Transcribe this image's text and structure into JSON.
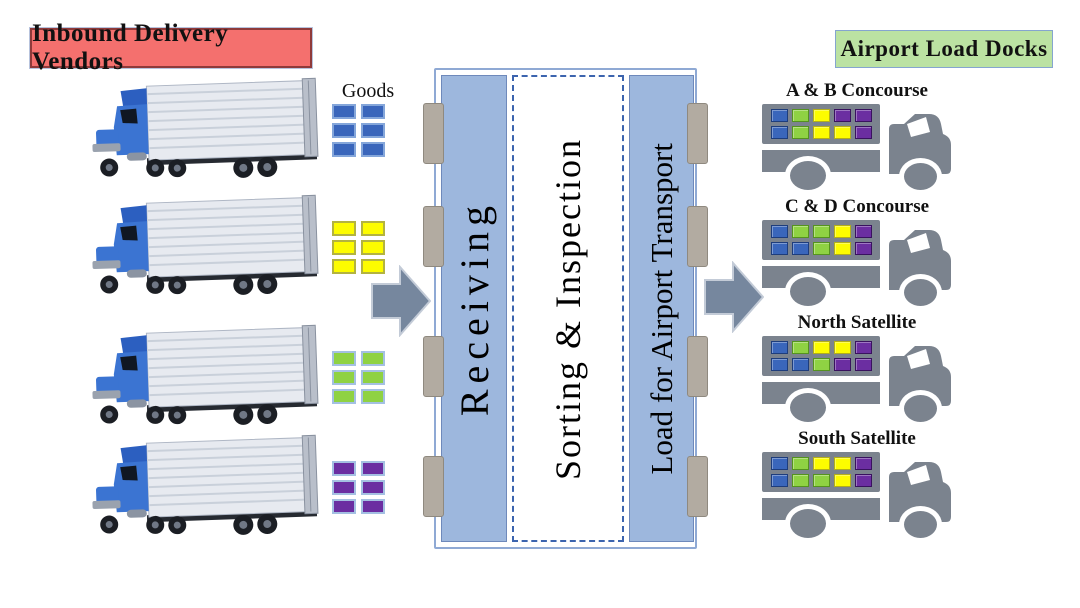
{
  "headers": {
    "left": {
      "label": "Inbound Delivery Vendors",
      "bg": "#f4706e",
      "border": "#8f3a3a"
    },
    "right": {
      "label": "Airport Load Docks",
      "bg": "#bbe2a2",
      "border": "#85a5cf"
    }
  },
  "goods_label": "Goods",
  "palette": {
    "blue": {
      "fill": "#3a66bb",
      "border": "#1e3d7c",
      "goods_border": "#84a6da"
    },
    "yellow": {
      "fill": "#fdfc00",
      "border": "#b3ae19",
      "goods_border": "#b3b340"
    },
    "green": {
      "fill": "#8fd243",
      "border": "#55931f",
      "goods_border": "#a4c0e2"
    },
    "purple": {
      "fill": "#6b2ea1",
      "border": "#39125f",
      "goods_border": "#a4c0e2"
    }
  },
  "accent_colors": {
    "facility_fill": "#9db7dd",
    "facility_dashed_border": "#3c64ae",
    "dock_gray": "#b2aba1",
    "arrow_fill": "#76879e",
    "truck_gray": "#7b838e",
    "semi_cab_blue": "#3b74d2",
    "trailer_light": "#e7eaf0"
  },
  "vendors": [
    {
      "goods": "blue"
    },
    {
      "goods": "yellow"
    },
    {
      "goods": "green"
    },
    {
      "goods": "purple"
    }
  ],
  "facility": {
    "sections": [
      {
        "label": "Receiving"
      },
      {
        "label": "Sorting & Inspection"
      },
      {
        "label": "Load for Airport Transport"
      }
    ],
    "dock_count_left": 4,
    "dock_count_right": 4
  },
  "destinations": [
    {
      "label": "A & B Concourse",
      "cargo": [
        [
          "blue",
          "green",
          "yellow",
          "purple",
          "purple"
        ],
        [
          "blue",
          "green",
          "yellow",
          "yellow",
          "purple"
        ]
      ]
    },
    {
      "label": "C & D Concourse",
      "cargo": [
        [
          "blue",
          "green",
          "green",
          "yellow",
          "purple"
        ],
        [
          "blue",
          "blue",
          "green",
          "yellow",
          "purple"
        ]
      ]
    },
    {
      "label": "North Satellite",
      "cargo": [
        [
          "blue",
          "green",
          "yellow",
          "yellow",
          "purple"
        ],
        [
          "blue",
          "blue",
          "green",
          "purple",
          "purple"
        ]
      ]
    },
    {
      "label": "South Satellite",
      "cargo": [
        [
          "blue",
          "green",
          "yellow",
          "yellow",
          "purple"
        ],
        [
          "blue",
          "green",
          "green",
          "yellow",
          "purple"
        ]
      ]
    }
  ]
}
